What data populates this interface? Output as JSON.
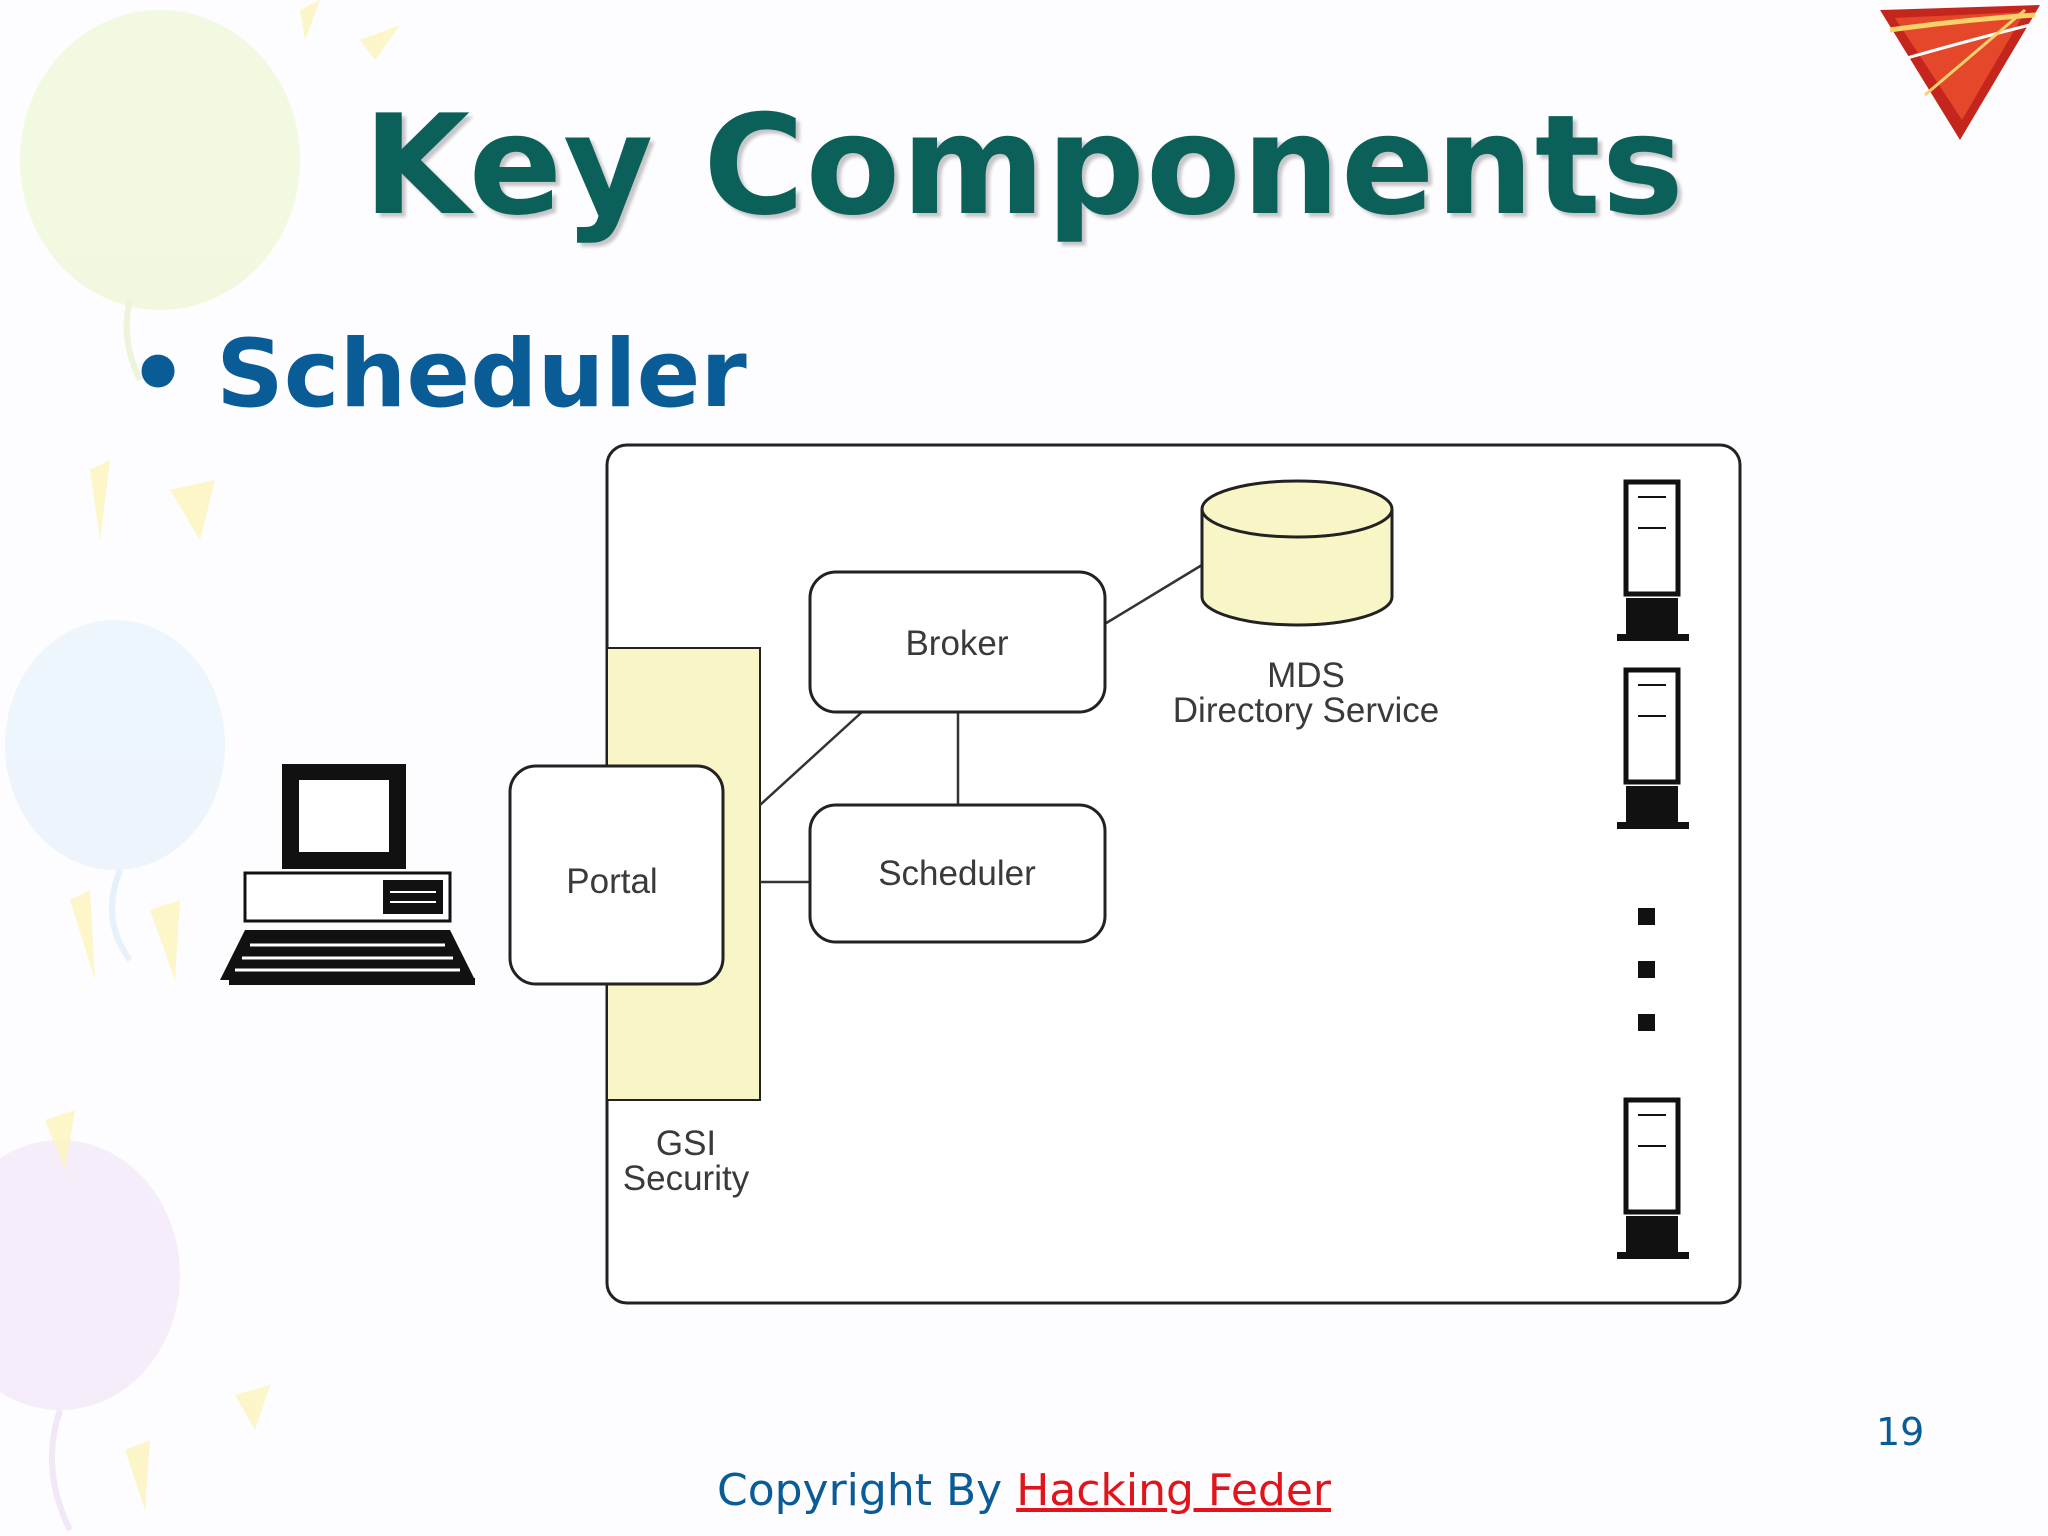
{
  "slide": {
    "title": "Key Components",
    "bullet": "Scheduler",
    "page_number": "19",
    "copyright": {
      "prefix": "Copyright By ",
      "link_text": "Hacking Feder"
    }
  },
  "diagram": {
    "nodes": {
      "broker": "Broker",
      "scheduler": "Scheduler",
      "portal": "Portal",
      "mds_line1": "MDS",
      "mds_line2": "Directory Service",
      "gsi_line1": "GSI",
      "gsi_line2": "Security"
    }
  },
  "colors": {
    "title": "#0b6159",
    "bullet": "#0a5c97",
    "link": "#e0141a",
    "gsi_fill": "#f8f6c6",
    "mds_fill": "#f8f6c6",
    "frame": "#222222"
  }
}
